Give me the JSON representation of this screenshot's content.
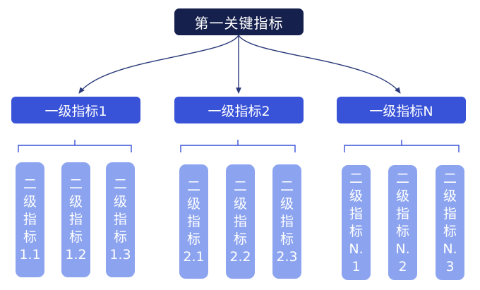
{
  "root": {
    "label": "第一关键指标"
  },
  "colors": {
    "root": "#16204d",
    "level1": "#3852d8",
    "level2": "#8ca4ef",
    "connector": "#2b3a7a",
    "bracket": "#3852d8"
  },
  "groups": [
    {
      "label": "一级指标1",
      "children": [
        {
          "chars": [
            "二",
            "级",
            "指",
            "标",
            "1.1"
          ]
        },
        {
          "chars": [
            "二",
            "级",
            "指",
            "标",
            "1.2"
          ]
        },
        {
          "chars": [
            "二",
            "级",
            "指",
            "标",
            "1.3"
          ]
        }
      ]
    },
    {
      "label": "一级指标2",
      "children": [
        {
          "chars": [
            "二",
            "级",
            "指",
            "标",
            "2.1"
          ]
        },
        {
          "chars": [
            "二",
            "级",
            "指",
            "标",
            "2.2"
          ]
        },
        {
          "chars": [
            "二",
            "级",
            "指",
            "标",
            "2.3"
          ]
        }
      ]
    },
    {
      "label": "一级指标N",
      "children": [
        {
          "chars": [
            "二",
            "级",
            "指",
            "标",
            "N.",
            "1"
          ]
        },
        {
          "chars": [
            "二",
            "级",
            "指",
            "标",
            "N.",
            "2"
          ]
        },
        {
          "chars": [
            "二",
            "级",
            "指",
            "标",
            "N.",
            "3"
          ]
        }
      ]
    }
  ]
}
